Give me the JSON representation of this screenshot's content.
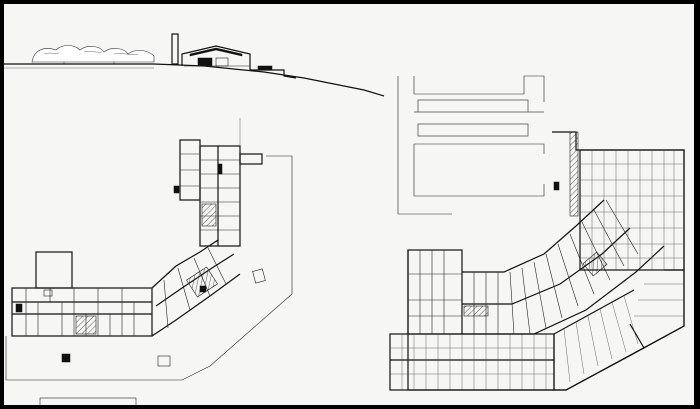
{
  "drawing": {
    "background": "#f6f6f4",
    "frame": "#000000",
    "ink": "#111111"
  },
  "views": [
    {
      "id": "section",
      "kind": "site-section-elevation"
    },
    {
      "id": "plan_left",
      "kind": "floor-plan"
    },
    {
      "id": "plan_right",
      "kind": "floor-plan"
    }
  ],
  "north_arrows": [
    "plan-left-marker",
    "plan-right-marker"
  ]
}
